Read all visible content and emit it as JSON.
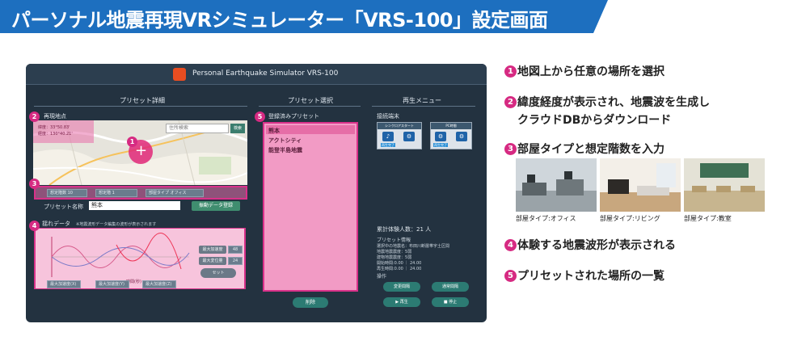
{
  "banner": {
    "title": "パーソナル地震再現VRシミュレーター「VRS-100」設定画面"
  },
  "app": {
    "title": "Personal Earthquake Simulator VRS-100",
    "panels": {
      "preset_detail": "プリセット詳細",
      "preset_select": "プリセット選択",
      "playback_menu": "再生メニュー"
    },
    "map": {
      "section_label": "再現地点",
      "search_placeholder": "住所検索",
      "search_button": "検索",
      "coord_line1": "緯度：33°50.83'",
      "coord_line2": "経度：130°40.21'"
    },
    "controls": [
      {
        "label": "想定階数",
        "value": "10"
      },
      {
        "label": "想定階",
        "value": "1"
      },
      {
        "label": "部屋タイプ",
        "value": "オフィス"
      }
    ],
    "preset_name": {
      "label": "プリセット名称",
      "value": "熊本",
      "register_button": "振動データ登録"
    },
    "waveform": {
      "section_label": "揺れデータ",
      "note": "※地震波形データ編集の波形が表示されます",
      "max_acc": "最大加速度",
      "max_acc_val": "48",
      "max_disp": "最大変位量",
      "max_disp_val": "24",
      "set_button": "セット",
      "bottom_controls": [
        "最大加速度(X)",
        "最大加速度(Y)",
        "最大加速度(Z)"
      ],
      "axis_label": "時間(秒)"
    },
    "preset_list": {
      "title": "登録済みプリセット",
      "items": [
        "熊本",
        "アクトシティ",
        "能登半島地震"
      ],
      "delete_button": "削除"
    },
    "playback": {
      "terminal_label": "接続端末",
      "cards": [
        {
          "title": "シンクロアスタート",
          "icon1": "♪",
          "status1": "再生完了",
          "icon2": "⚙",
          "status2": ""
        },
        {
          "title": "PC時間",
          "icon1": "⚙",
          "status1": "再生完了",
          "icon2": "⚙",
          "status2": ""
        }
      ],
      "total_label": "累計体験人数：",
      "total_value": "21 人",
      "info_title": "プリセット情報",
      "info_lines": [
        "選択中の地震名：布田川断層帯宇土区間",
        "地震地震震度：5弱",
        "建物地震震度：5弱",
        "開始時間:0.00 ｜ 24.00",
        "再生時間:0.00 ｜ 24.00"
      ],
      "ops_label": "操作",
      "btn_speed_change": "変更間隔",
      "btn_normal_speed": "通常間隔",
      "btn_play": "再生",
      "btn_stop": "停止"
    }
  },
  "callouts": [
    "1",
    "2",
    "3",
    "4",
    "5"
  ],
  "items": [
    {
      "num": "1",
      "text": "地図上から任意の場所を選択"
    },
    {
      "num": "2",
      "text": "緯度経度が表示され、地震波を生成し"
    },
    {
      "num": "",
      "text": "クラウドDBからダウンロード"
    },
    {
      "num": "3",
      "text": "部屋タイプと想定階数を入力"
    },
    {
      "num": "4",
      "text": "体験する地震波形が表示される"
    },
    {
      "num": "5",
      "text": "プリセットされた場所の一覧"
    }
  ],
  "photos": [
    {
      "caption": "部屋タイプ:オフィス"
    },
    {
      "caption": "部屋タイプ:リビング"
    },
    {
      "caption": "部屋タイプ:教室"
    }
  ],
  "colors": {
    "brand_blue": "#1d6fbf",
    "highlight_pink": "#d62a82",
    "app_bg": "#233240"
  }
}
